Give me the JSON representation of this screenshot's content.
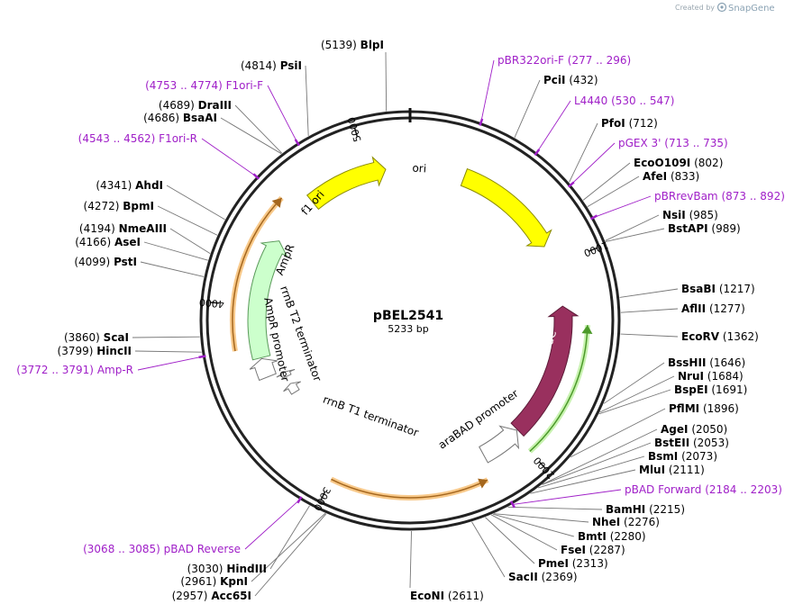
{
  "header": {
    "created_by": "Created by",
    "brand": "SnapGene"
  },
  "plasmid": {
    "name": "pBEL2541",
    "length_text": "5233 bp",
    "length": 5233
  },
  "ticks": [
    {
      "pos": 1000,
      "label": "1000"
    },
    {
      "pos": 2000,
      "label": "2000"
    },
    {
      "pos": 3000,
      "label": "3000"
    },
    {
      "pos": 4000,
      "label": "4000"
    },
    {
      "pos": 5000,
      "label": "5000"
    }
  ],
  "features": [
    {
      "id": "ori",
      "label": "ori",
      "start": 300,
      "end": 889,
      "strand": 1,
      "color": "#ffff00",
      "stroke": "#8a8a00",
      "track": "inner1",
      "label_color": "dark"
    },
    {
      "id": "f1-ori",
      "label": "f1 ori",
      "start": 4660,
      "end": 5100,
      "strand": 1,
      "color": "#ffff00",
      "stroke": "#8a8a00",
      "track": "inner1",
      "label_color": "dark"
    },
    {
      "id": "araC",
      "label": "araC",
      "start": 1230,
      "end": 1970,
      "strand": -1,
      "color": "#99305e",
      "stroke": "#5e1c39",
      "track": "inner1",
      "label_color": "light"
    },
    {
      "id": "AmpR",
      "label": "AmpR",
      "start": 3720,
      "end": 4380,
      "strand": 1,
      "color": "#ccffcc",
      "stroke": "#5a9a5a",
      "track": "inner1",
      "label_color": "dark"
    },
    {
      "id": "araBAD-promoter",
      "label": "araBAD promoter",
      "start": 1975,
      "end": 2200,
      "strand": -1,
      "color": "#ffffff",
      "stroke": "#777777",
      "track": "inner1",
      "label_color": "dark"
    },
    {
      "id": "ampR-promoter",
      "label": "AmpR promoter",
      "start": 3610,
      "end": 3715,
      "strand": 1,
      "color": "#ffffff",
      "stroke": "#777777",
      "track": "inner1",
      "label_color": "dark"
    },
    {
      "id": "rrnB-T2-terminator",
      "label": "rrnB T2 terminator",
      "start": 3570,
      "end": 3600,
      "strand": 1,
      "color": "#ffffff",
      "stroke": "#777777",
      "track": "inner2",
      "label_color": "dark"
    },
    {
      "id": "rrnB-T1-terminator",
      "label": "rrnB T1 terminator",
      "start": 3460,
      "end": 3520,
      "strand": 1,
      "color": "#ffffff",
      "stroke": "#777777",
      "track": "inner2",
      "label_color": "dark"
    }
  ],
  "orange_arcs": [
    {
      "start": 2240,
      "end": 3000,
      "strand": -1
    },
    {
      "start": 3780,
      "end": 4560,
      "strand": 1
    }
  ],
  "green_arc": {
    "start": 1330,
    "end": 2000,
    "strand": -1
  },
  "feature_label_text": {
    "ori": "ori",
    "f1_ori": "f1 ori",
    "araC": "araC",
    "AmpR": "AmpR",
    "araBAD": "araBAD promoter",
    "ampR_promoter": "AmpR promoter",
    "rrnB_T2": "rrnB T2 terminator",
    "rrnB_T1": "rrnB T1 terminator"
  },
  "sites": [
    {
      "type": "enzyme",
      "name": "BlpI",
      "pos_text": "(5139)",
      "pos": 5139,
      "side": "right"
    },
    {
      "type": "enzyme",
      "name": "PsiI",
      "pos_text": "(4814)",
      "pos": 4814,
      "side": "right"
    },
    {
      "type": "primer",
      "name": "F1ori-F",
      "pos_text": "(4753 .. 4774)",
      "pos": 4763,
      "side": "right"
    },
    {
      "type": "enzyme",
      "name": "DraIII",
      "pos_text": "(4689)",
      "pos": 4689,
      "side": "right"
    },
    {
      "type": "enzyme",
      "name": "BsaAI",
      "pos_text": "(4686)",
      "pos": 4686,
      "side": "right"
    },
    {
      "type": "primer",
      "name": "F1ori-R",
      "pos_text": "(4543 .. 4562)",
      "pos": 4552,
      "side": "right"
    },
    {
      "type": "enzyme",
      "name": "AhdI",
      "pos_text": "(4341)",
      "pos": 4341,
      "side": "right"
    },
    {
      "type": "enzyme",
      "name": "BpmI",
      "pos_text": "(4272)",
      "pos": 4272,
      "side": "right"
    },
    {
      "type": "enzyme",
      "name": "NmeAIII",
      "pos_text": "(4194)",
      "pos": 4194,
      "side": "right"
    },
    {
      "type": "enzyme",
      "name": "AseI",
      "pos_text": "(4166)",
      "pos": 4166,
      "side": "right"
    },
    {
      "type": "enzyme",
      "name": "PstI",
      "pos_text": "(4099)",
      "pos": 4099,
      "side": "right"
    },
    {
      "type": "enzyme",
      "name": "ScaI",
      "pos_text": "(3860)",
      "pos": 3860,
      "side": "right"
    },
    {
      "type": "enzyme",
      "name": "HincII",
      "pos_text": "(3799)",
      "pos": 3799,
      "side": "right"
    },
    {
      "type": "primer",
      "name": "Amp-R",
      "pos_text": "(3772 .. 3791)",
      "pos": 3781,
      "side": "right"
    },
    {
      "type": "primer",
      "name": "pBAD Reverse",
      "pos_text": "(3068 .. 3085)",
      "pos": 3076,
      "side": "right"
    },
    {
      "type": "enzyme",
      "name": "HindIII",
      "pos_text": "(3030)",
      "pos": 3030,
      "side": "right"
    },
    {
      "type": "enzyme",
      "name": "KpnI",
      "pos_text": "(2961)",
      "pos": 2961,
      "side": "right"
    },
    {
      "type": "enzyme",
      "name": "Acc65I",
      "pos_text": "(2957)",
      "pos": 2957,
      "side": "right"
    },
    {
      "type": "enzyme",
      "name": "EcoNI",
      "pos_text": "(2611)",
      "pos": 2611,
      "side": "left"
    },
    {
      "type": "primer",
      "name": "pBR322ori-F",
      "pos_text": "(277 .. 296)",
      "pos": 286,
      "side": "left"
    },
    {
      "type": "enzyme",
      "name": "PciI",
      "pos_text": "(432)",
      "pos": 432,
      "side": "left"
    },
    {
      "type": "primer",
      "name": "L4440",
      "pos_text": "(530 .. 547)",
      "pos": 538,
      "side": "left"
    },
    {
      "type": "enzyme",
      "name": "PfoI",
      "pos_text": "(712)",
      "pos": 712,
      "side": "left"
    },
    {
      "type": "primer",
      "name": "pGEX 3'",
      "pos_text": "(713 .. 735)",
      "pos": 724,
      "side": "left"
    },
    {
      "type": "enzyme",
      "name": "EcoO109I",
      "pos_text": "(802)",
      "pos": 802,
      "side": "left"
    },
    {
      "type": "enzyme",
      "name": "AfeI",
      "pos_text": "(833)",
      "pos": 833,
      "side": "left"
    },
    {
      "type": "primer",
      "name": "pBRrevBam",
      "pos_text": "(873 .. 892)",
      "pos": 882,
      "side": "left"
    },
    {
      "type": "enzyme",
      "name": "NsiI",
      "pos_text": "(985)",
      "pos": 985,
      "side": "left"
    },
    {
      "type": "enzyme",
      "name": "BstAPI",
      "pos_text": "(989)",
      "pos": 989,
      "side": "left"
    },
    {
      "type": "enzyme",
      "name": "BsaBI",
      "pos_text": "(1217)",
      "pos": 1217,
      "side": "left"
    },
    {
      "type": "enzyme",
      "name": "AflII",
      "pos_text": "(1277)",
      "pos": 1277,
      "side": "left"
    },
    {
      "type": "enzyme",
      "name": "EcoRV",
      "pos_text": "(1362)",
      "pos": 1362,
      "side": "left"
    },
    {
      "type": "enzyme",
      "name": "BssHII",
      "pos_text": "(1646)",
      "pos": 1646,
      "side": "left"
    },
    {
      "type": "enzyme",
      "name": "NruI",
      "pos_text": "(1684)",
      "pos": 1684,
      "side": "left"
    },
    {
      "type": "enzyme",
      "name": "BspEI",
      "pos_text": "(1691)",
      "pos": 1691,
      "side": "left"
    },
    {
      "type": "enzyme",
      "name": "PflMI",
      "pos_text": "(1896)",
      "pos": 1896,
      "side": "left"
    },
    {
      "type": "enzyme",
      "name": "AgeI",
      "pos_text": "(2050)",
      "pos": 2050,
      "side": "left"
    },
    {
      "type": "enzyme",
      "name": "BstEII",
      "pos_text": "(2053)",
      "pos": 2053,
      "side": "left"
    },
    {
      "type": "enzyme",
      "name": "BsmI",
      "pos_text": "(2073)",
      "pos": 2073,
      "side": "left"
    },
    {
      "type": "enzyme",
      "name": "MluI",
      "pos_text": "(2111)",
      "pos": 2111,
      "side": "left"
    },
    {
      "type": "primer",
      "name": "pBAD Forward",
      "pos_text": "(2184 .. 2203)",
      "pos": 2193,
      "side": "left"
    },
    {
      "type": "enzyme",
      "name": "BamHI",
      "pos_text": "(2215)",
      "pos": 2215,
      "side": "left"
    },
    {
      "type": "enzyme",
      "name": "NheI",
      "pos_text": "(2276)",
      "pos": 2276,
      "side": "left"
    },
    {
      "type": "enzyme",
      "name": "BmtI",
      "pos_text": "(2280)",
      "pos": 2280,
      "side": "left"
    },
    {
      "type": "enzyme",
      "name": "FseI",
      "pos_text": "(2287)",
      "pos": 2287,
      "side": "left"
    },
    {
      "type": "enzyme",
      "name": "PmeI",
      "pos_text": "(2313)",
      "pos": 2313,
      "side": "left"
    },
    {
      "type": "enzyme",
      "name": "SacII",
      "pos_text": "(2369)",
      "pos": 2369,
      "side": "left"
    }
  ]
}
